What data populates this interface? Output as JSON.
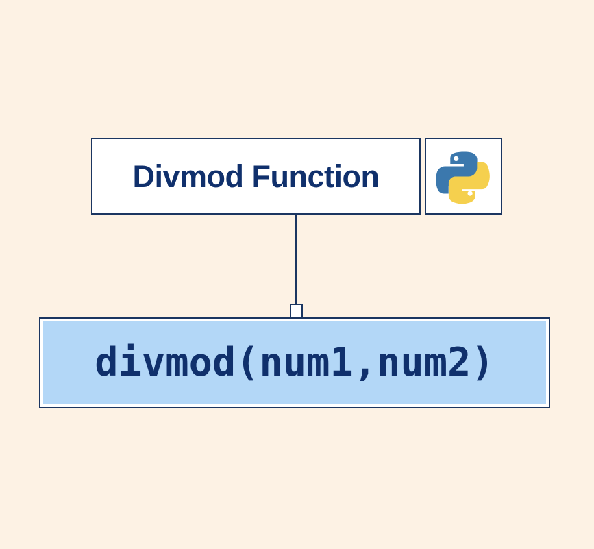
{
  "diagram": {
    "background_color": "#FDF2E4",
    "accent_color": "#1B3661",
    "text_color": "#10306C",
    "highlight_fill": "#B3D7F7",
    "title_node": {
      "label": "Divmod Function",
      "fill": "#FFFFFF",
      "border_color": "#1B3661"
    },
    "logo_node": {
      "icon": "python-logo-icon",
      "alt": "Python",
      "fill": "#FFFFFF",
      "border_color": "#1B3661",
      "logo_blue": "#3B78AD",
      "logo_yellow": "#F5D04E"
    },
    "connector": {
      "icon": "connector-line-icon",
      "node_icon": "connector-node-icon",
      "color": "#1B3661"
    },
    "syntax_node": {
      "label": "divmod(num1,num2)",
      "fill": "#B3D7F7",
      "border_color": "#1B3661"
    }
  }
}
